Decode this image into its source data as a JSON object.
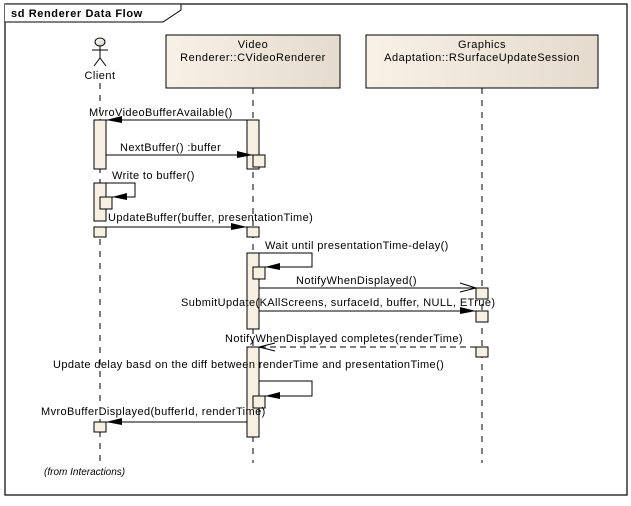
{
  "diagram": {
    "frame_title": "sd Renderer Data Flow",
    "footer_note": "(from Interactions)",
    "colors": {
      "activation_fill": "#f8efe3",
      "lifeline_head_fill_start": "#f7f0e4",
      "lifeline_head_fill_end": "#e6ddd0",
      "stroke": "#000000"
    },
    "lifelines": [
      {
        "id": "client",
        "kind": "actor",
        "name": "Client"
      },
      {
        "id": "video",
        "kind": "object",
        "line1": "Video",
        "line2": "Renderer::CVideoRenderer"
      },
      {
        "id": "graphics",
        "kind": "object",
        "line1": "Graphics",
        "line2": "Adaptation::RSurfaceUpdateSession"
      }
    ],
    "messages": [
      {
        "from": "video",
        "to": "client",
        "style": "sync",
        "label": "MvroVideoBufferAvailable()"
      },
      {
        "from": "client",
        "to": "video",
        "style": "sync",
        "label": "NextBuffer() :buffer"
      },
      {
        "from": "client",
        "to": "client",
        "style": "self",
        "label": "Write to buffer()"
      },
      {
        "from": "client",
        "to": "video",
        "style": "sync",
        "label": "UpdateBuffer(buffer, presentationTime)"
      },
      {
        "from": "video",
        "to": "video",
        "style": "self",
        "label": "Wait until presentationTime-delay()"
      },
      {
        "from": "video",
        "to": "graphics",
        "style": "async",
        "label": "NotifyWhenDisplayed()"
      },
      {
        "from": "video",
        "to": "graphics",
        "style": "sync",
        "label": "SubmitUpdate(KAllScreens, surfaceId, buffer, NULL, ETrue)"
      },
      {
        "from": "graphics",
        "to": "video",
        "style": "return",
        "label": "NotifyWhenDisplayed completes(renderTime)"
      },
      {
        "from": "video",
        "to": "video",
        "style": "self",
        "label": "Update delay basd on the diff between renderTime and presentationTime()"
      },
      {
        "from": "video",
        "to": "client",
        "style": "sync",
        "label": "MvroBufferDisplayed(bufferId, renderTime)"
      }
    ]
  }
}
